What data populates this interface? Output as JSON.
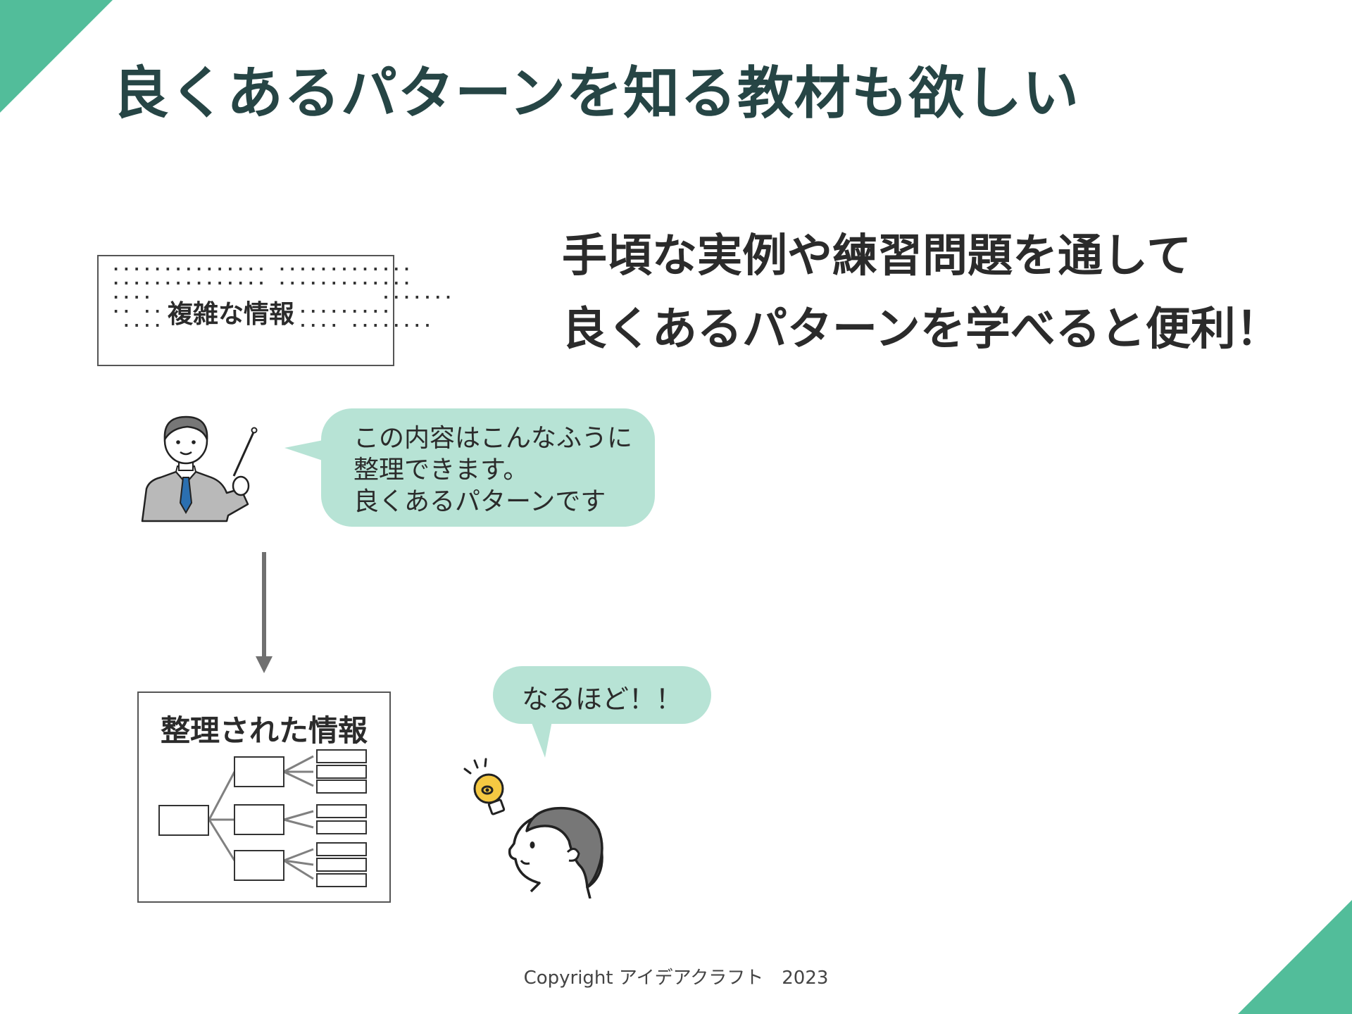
{
  "title": "良くあるパターンを知る教材も欲しい",
  "message": {
    "line1": "手頃な実例や練習問題を通して",
    "line2": "良くあるパターンを学べると便利！"
  },
  "complex_info": {
    "label": "複雑な情報"
  },
  "teacher_bubble": {
    "line1": "この内容はこんなふうに",
    "line2": "整理できます。",
    "line3": "良くあるパターンです"
  },
  "organized_info": {
    "label": "整理された情報"
  },
  "learner_bubble": {
    "text": "なるほど！！"
  },
  "footer": {
    "copyright": "Copyright アイデアクラフト　2023"
  },
  "colors": {
    "accent": "#52bd9a",
    "title": "#264545",
    "bubble": "#b7e3d5"
  }
}
